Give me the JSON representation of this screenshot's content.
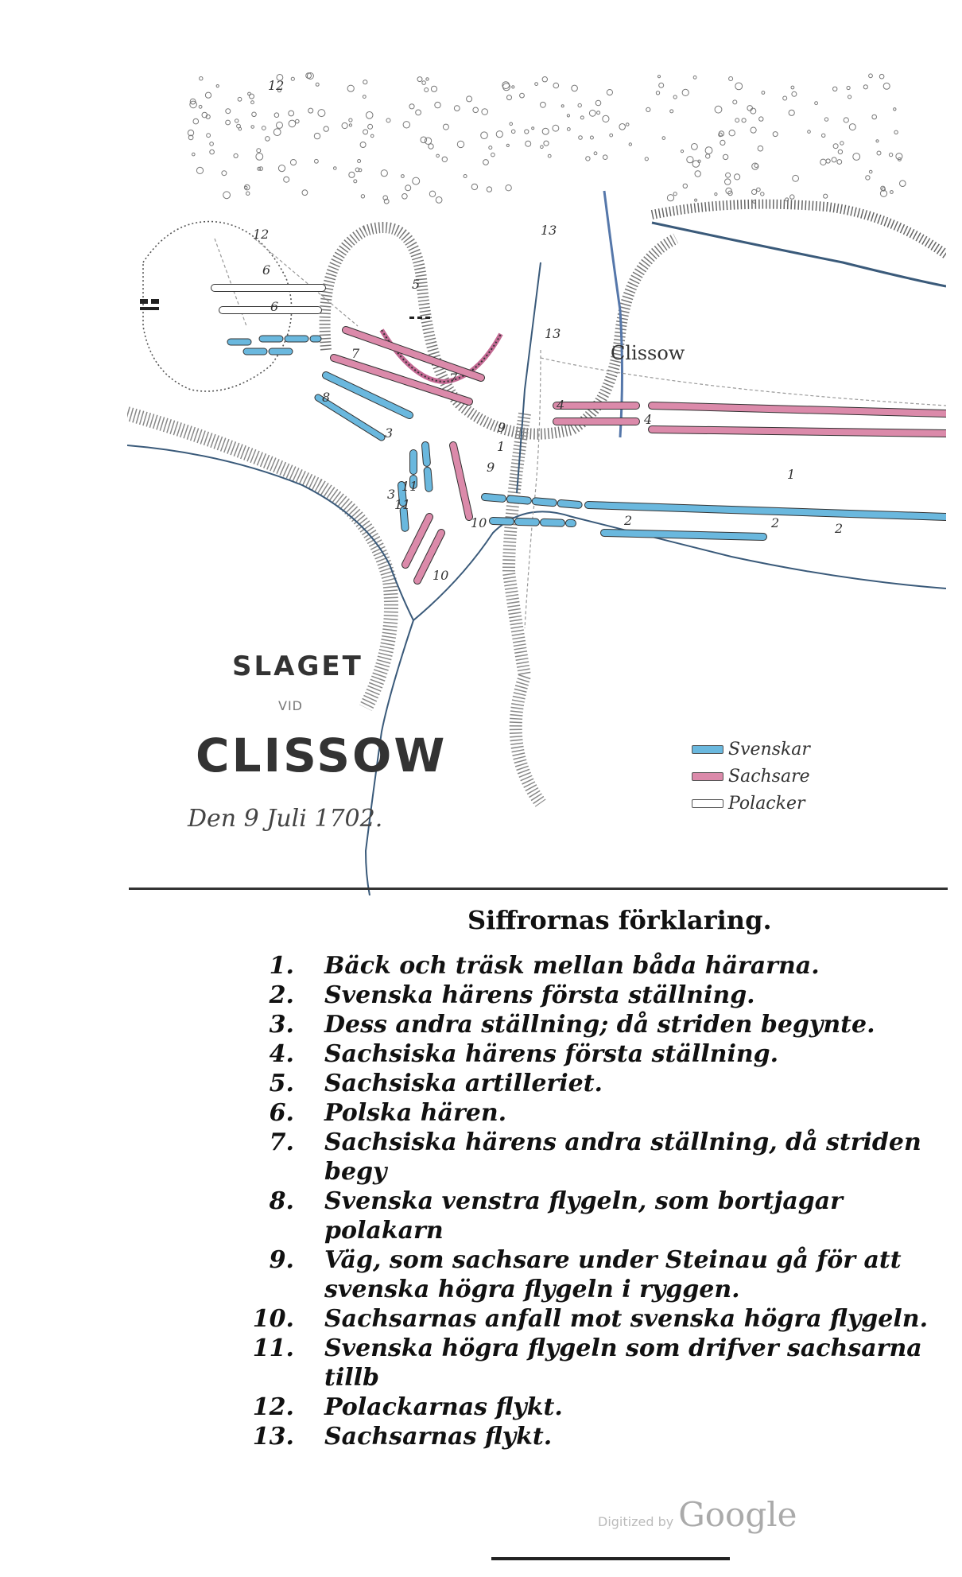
{
  "map": {
    "title_line1": "SLAGET",
    "title_line2": "VID",
    "title_line3": "CLISSOW",
    "date": "Den 9 Juli 1702.",
    "place_label": "Clissow",
    "colors": {
      "swedes": "#6ab8de",
      "saxons": "#db8aaa",
      "poles": "#ffffff",
      "terrain": "#555555"
    },
    "legend": [
      {
        "label": "Svenskar",
        "color": "#6ab8de"
      },
      {
        "label": "Sachsare",
        "color": "#db8aaa"
      },
      {
        "label": "Polacker",
        "color": "#ffffff"
      }
    ],
    "numbers": [
      {
        "text": "12"
      },
      {
        "text": "12"
      },
      {
        "text": "6"
      },
      {
        "text": "6"
      },
      {
        "text": "5"
      },
      {
        "text": "13"
      },
      {
        "text": "13"
      },
      {
        "text": "7"
      },
      {
        "text": "7"
      },
      {
        "text": "8"
      },
      {
        "text": "3"
      },
      {
        "text": "9"
      },
      {
        "text": "9"
      },
      {
        "text": "4"
      },
      {
        "text": "4"
      },
      {
        "text": "1"
      },
      {
        "text": "1"
      },
      {
        "text": "11"
      },
      {
        "text": "11"
      },
      {
        "text": "3"
      },
      {
        "text": "10"
      },
      {
        "text": "10"
      },
      {
        "text": "2"
      },
      {
        "text": "2"
      },
      {
        "text": "2"
      }
    ]
  },
  "legend_heading": "Siffrornas förklaring.",
  "explanations": [
    {
      "num": "1.",
      "text": "Bäck och träsk mellan båda härarna."
    },
    {
      "num": "2.",
      "text": "Svenska härens första ställning."
    },
    {
      "num": "3.",
      "text": "Dess andra ställning; då striden begynte."
    },
    {
      "num": "4.",
      "text": "Sachsiska härens första ställning."
    },
    {
      "num": "5.",
      "text": "Sachsiska artilleriet."
    },
    {
      "num": "6.",
      "text": "Polska hären."
    },
    {
      "num": "7.",
      "text": "Sachsiska härens andra ställning, då striden begy"
    },
    {
      "num": "8.",
      "text": "Svenska venstra flygeln, som bortjagar polakarn"
    },
    {
      "num": "9.",
      "text": "Väg, som sachsare under Steinau gå för att svenska högra flygeln i ryggen."
    },
    {
      "num": "10.",
      "text": "Sachsarnas anfall mot svenska högra flygeln."
    },
    {
      "num": "11.",
      "text": "Svenska högra flygeln som drifver sachsarna tillb"
    },
    {
      "num": "12.",
      "text": "Polackarnas flykt."
    },
    {
      "num": "13.",
      "text": "Sachsarnas flykt."
    }
  ],
  "credit": {
    "small": "Digitized by",
    "big": "Google"
  }
}
